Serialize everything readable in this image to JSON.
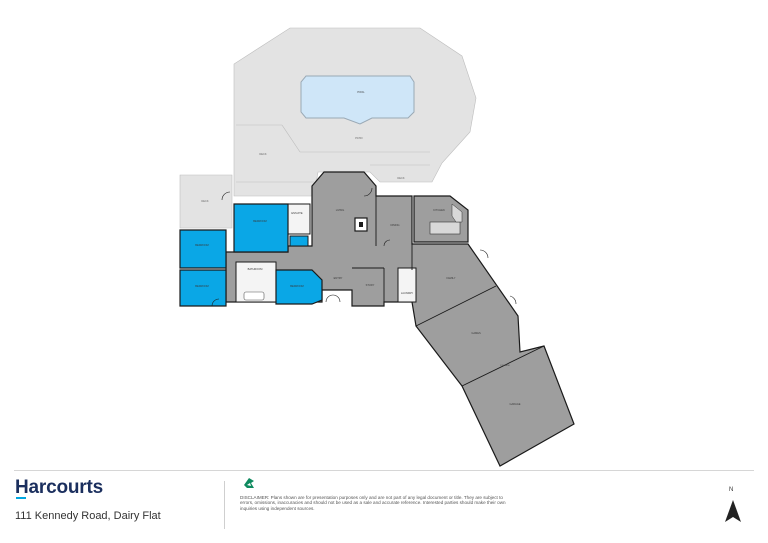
{
  "colors": {
    "bedroom": "#0aa7e6",
    "interior": "#9e9e9e",
    "exterior": "#e3e3e3",
    "wall": "#1a1a1a",
    "brand": "#1b2f5e",
    "accent": "#00a7e1",
    "logo": "#0f8a5f"
  },
  "rooms": {
    "pool": "POOL",
    "patio": "PATIO",
    "deck": "DECK",
    "deck_west": "DECK",
    "deck_east": "DECK",
    "living": "LIVING",
    "dining": "DINING",
    "kitchen": "KITCHEN",
    "bedroom_1": "BEDROOM",
    "bedroom_2": "BEDROOM",
    "bedroom_3": "BEDROOM",
    "bedroom_4": "BEDROOM",
    "ensuite": "ENSUITE",
    "bathroom": "BATHROOM",
    "entry": "ENTRY",
    "study": "STUDY",
    "family": "FAMILY",
    "games": "GAMES",
    "garage": "GARAGE",
    "laundry": "LAUNDRY",
    "storage": "STORAGE"
  },
  "footer": {
    "brand": "Harcourts",
    "address": "111 Kennedy Road, Dairy Flat",
    "disclaimer": "DISCLAIMER: Plans shown are for presentation purposes only and are not part of any legal document or title. They are subject to errors, omissions, inaccuracies and should not be used as a sale and accurate reference. Interested parties should make their own inquiries using independent sources.",
    "north": "N"
  },
  "icons": {
    "logo": "leaf-logo-icon",
    "north": "north-arrow-icon"
  }
}
